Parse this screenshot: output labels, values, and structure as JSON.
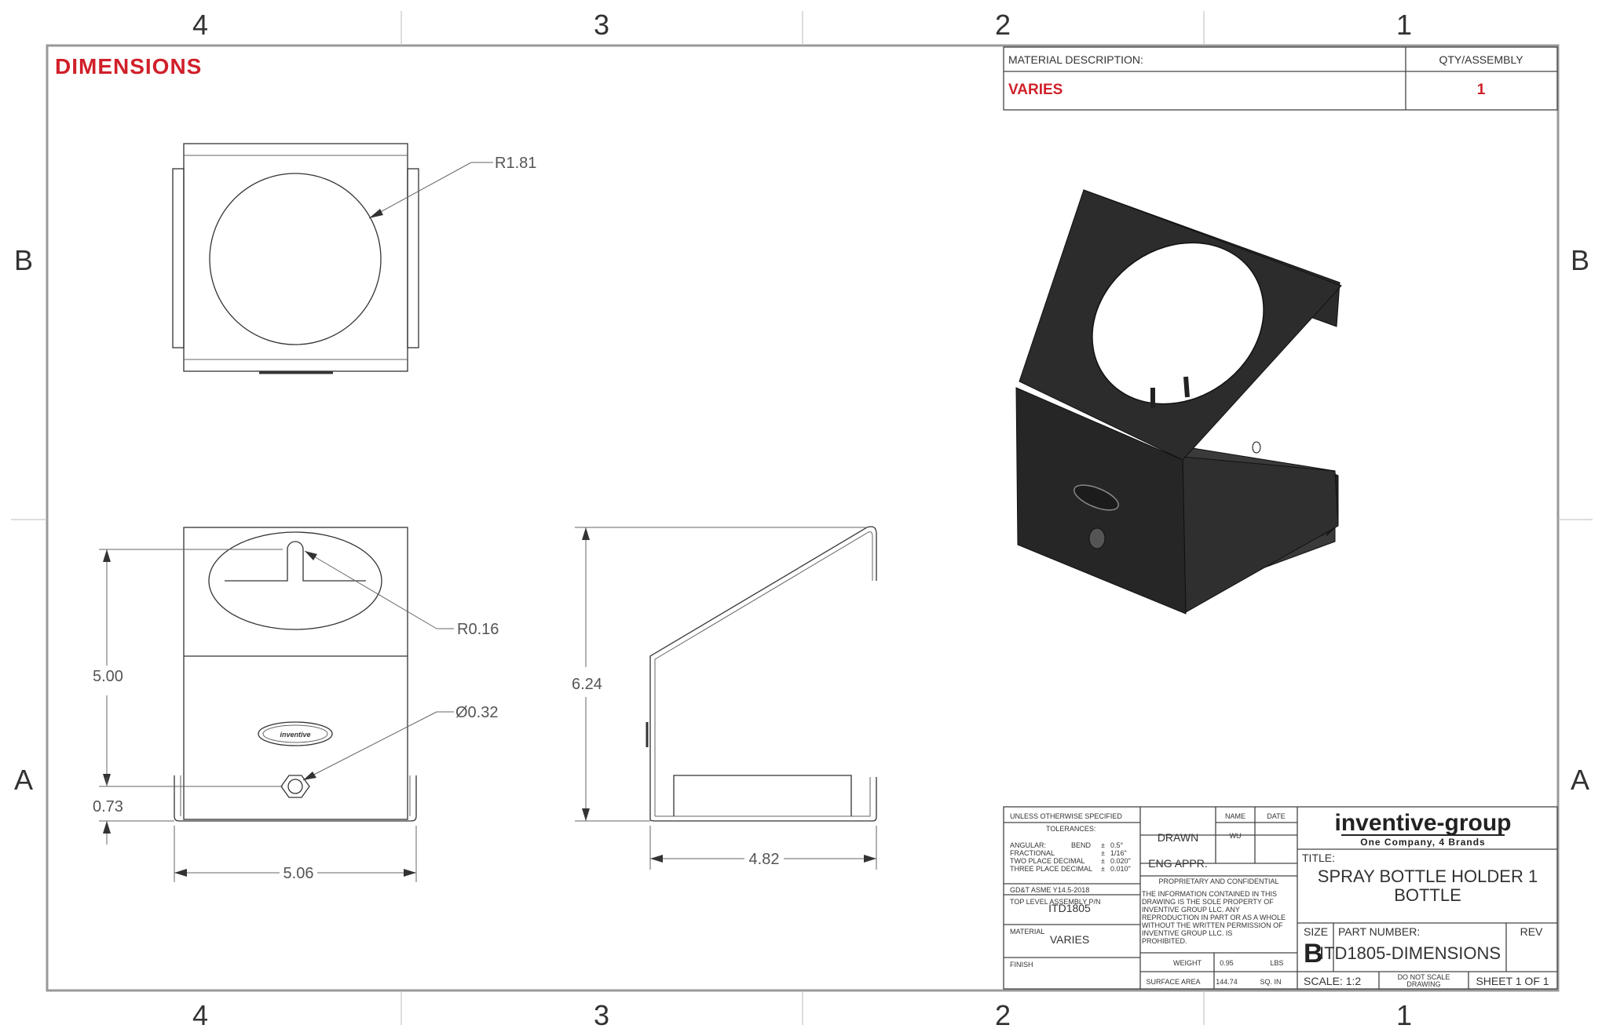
{
  "sheet_heading": "DIMENSIONS",
  "zones": {
    "columns": [
      "4",
      "3",
      "2",
      "1"
    ],
    "rows": [
      "B",
      "A"
    ]
  },
  "material_table": {
    "header_description": "MATERIAL DESCRIPTION:",
    "header_qty": "QTY/ASSEMBLY",
    "description": "VARIES",
    "qty": "1"
  },
  "dimensions": {
    "top_radius": "R1.81",
    "front_radius": "R0.16",
    "hole_diameter": "Ø0.32",
    "front_height": "5.00",
    "front_offset": "0.73",
    "front_width": "5.06",
    "side_height": "6.24",
    "side_depth": "4.82"
  },
  "title_block": {
    "unless": "UNLESS OTHERWISE SPECIFIED",
    "name_col": "NAME",
    "date_col": "DATE",
    "tolerances": "TOLERANCES:",
    "tol_lines": [
      {
        "label": "ANGULAR:",
        "sub": "BEND",
        "pm": "±",
        "val": "0.5°"
      },
      {
        "label": "FRACTIONAL",
        "sub": "",
        "pm": "±",
        "val": "1/16\""
      },
      {
        "label": "TWO PLACE DECIMAL",
        "sub": "",
        "pm": "±",
        "val": "0.020\""
      },
      {
        "label": "THREE PLACE DECIMAL",
        "sub": "",
        "pm": "±",
        "val": "0.010\""
      }
    ],
    "gdt": "GD&T ASME Y14.5-2018",
    "top_level_label": "TOP LEVEL ASSEMBLY P/N",
    "top_level_value": "ITD1805",
    "material_label": "MATERIAL",
    "material_value": "VARIES",
    "finish_label": "FINISH",
    "drawn_label": "DRAWN",
    "drawn_name": "WU",
    "eng_appr_label": "ENG APPR.",
    "proprietary_title": "PROPRIETARY AND CONFIDENTIAL",
    "proprietary_lines": [
      "THE INFORMATION CONTAINED IN THIS",
      "DRAWING IS THE SOLE PROPERTY OF",
      "INVENTIVE GROUP LLC.  ANY",
      "REPRODUCTION IN PART OR AS A WHOLE",
      "WITHOUT THE WRITTEN PERMISSION OF",
      "INVENTIVE GROUP LLC. IS",
      "PROHIBITED."
    ],
    "weight_label": "WEIGHT",
    "weight_value": "0.95",
    "weight_unit": "LBS",
    "surface_label": "SURFACE AREA",
    "surface_value": "144.74",
    "surface_unit": "SQ. IN",
    "company": "inventive-group",
    "tagline": "One Company, 4 Brands",
    "title_label": "TITLE:",
    "title_line1": "SPRAY BOTTLE HOLDER 1",
    "title_line2": "BOTTLE",
    "size_label": "SIZE",
    "size_value": "B",
    "part_label": "PART NUMBER:",
    "part_value": "ITD1805-DIMENSIONS",
    "rev_label": "REV",
    "scale": "SCALE: 1:2",
    "do_not_scale_1": "DO NOT SCALE",
    "do_not_scale_2": "DRAWING",
    "sheet": "SHEET 1 OF 1"
  },
  "colors": {
    "accent_red": "#d0202a",
    "line": "#333333",
    "part_fill": "#2b2b2b"
  }
}
